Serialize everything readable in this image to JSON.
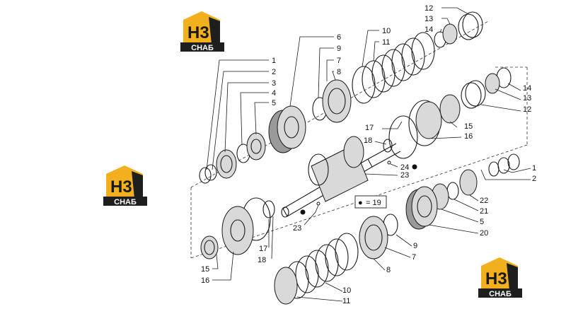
{
  "logos": [
    {
      "mark": "H3",
      "word": "СНАБ"
    },
    {
      "mark": "H3",
      "word": "СНАБ"
    },
    {
      "mark": "H3",
      "word": "СНАБ"
    }
  ],
  "legend": {
    "symbol": "●",
    "equals": "= 19"
  },
  "callouts": {
    "top_left": [
      "1",
      "2",
      "3",
      "4",
      "5",
      "6",
      "9",
      "7",
      "8",
      "10",
      "11",
      "12",
      "13",
      "14"
    ],
    "top_right": [
      "14",
      "13",
      "12",
      "15",
      "16",
      "17",
      "18",
      "24",
      "23"
    ],
    "bottom_right": [
      "1",
      "2",
      "22",
      "21",
      "5",
      "20",
      "9",
      "7",
      "8",
      "10",
      "11"
    ],
    "bottom_left": [
      "17",
      "18",
      "23",
      "15",
      "16"
    ]
  },
  "colors": {
    "logo_yellow": "#f2b01e",
    "logo_dark": "#1e1e1e",
    "line": "#1a1a1a"
  }
}
